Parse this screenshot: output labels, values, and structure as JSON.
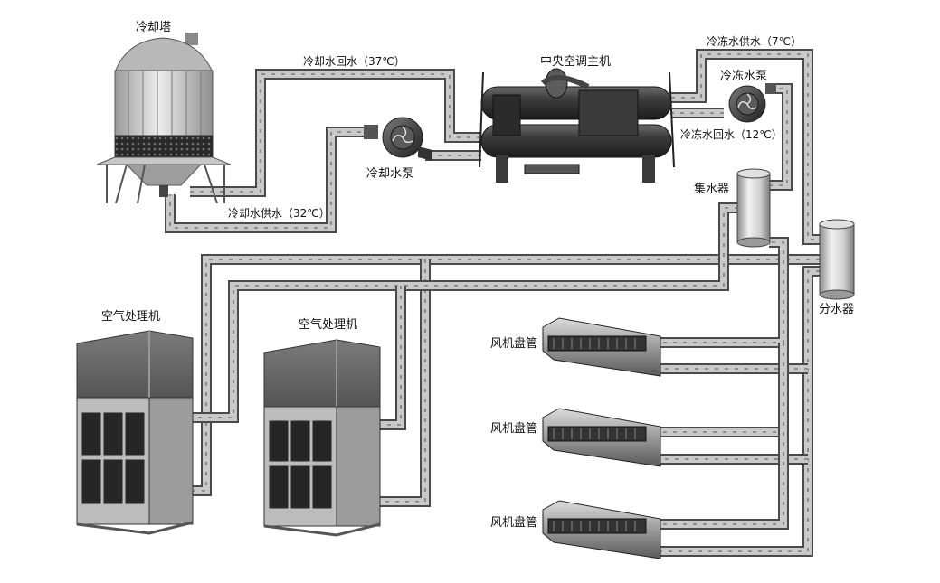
{
  "labels": {
    "cooling_tower": "冷却塔",
    "cooling_return": "冷却水回水（37℃）",
    "cooling_supply": "冷却水供水（32℃）",
    "cooling_pump": "冷却水泵",
    "chiller": "中央空调主机",
    "chilled_supply": "冷冻水供水（7℃）",
    "chilled_pump": "冷冻水泵",
    "chilled_return": "冷冻水回水（12℃）",
    "collector": "集水器",
    "distributor": "分水器",
    "ahu_1": "空气处理机",
    "ahu_2": "空气处理机",
    "fcu_1": "风机盘管",
    "fcu_2": "风机盘管",
    "fcu_3": "风机盘管"
  }
}
